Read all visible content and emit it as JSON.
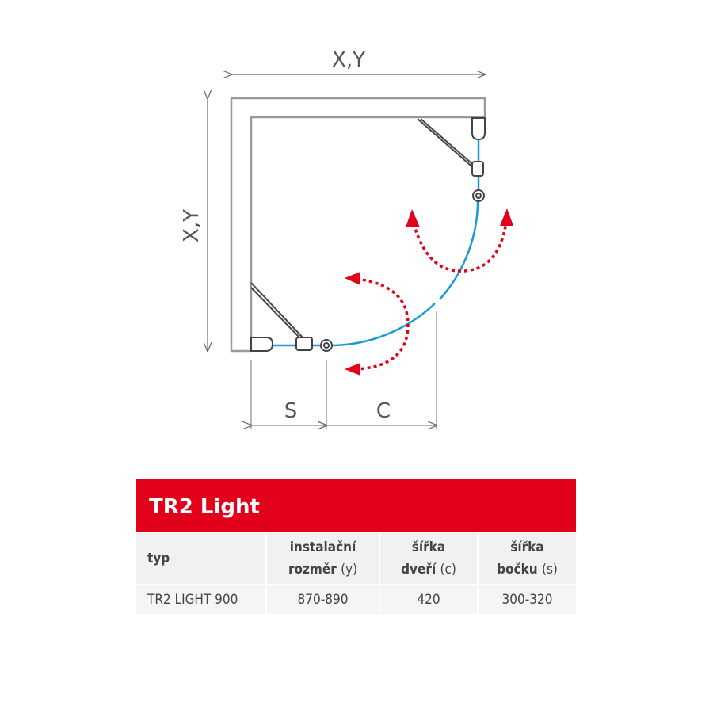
{
  "diagram": {
    "dim_top": "X,Y",
    "dim_left": "X,Y",
    "dim_s": "S",
    "dim_c": "C",
    "colors": {
      "glass": "#1a9ad9",
      "arrow": "#e2001a",
      "wall": "#999999"
    }
  },
  "table": {
    "title": "TR2 Light",
    "headers": [
      {
        "bold": "typ",
        "rest": ""
      },
      {
        "line1": "instalační",
        "bold": "rozměr",
        "rest": "(y)"
      },
      {
        "line1": "šířka",
        "bold": "dveří",
        "rest": "(c)"
      },
      {
        "line1": "šířka",
        "bold": "bočku",
        "rest": "(s)"
      }
    ],
    "rows": [
      [
        "TR2 LIGHT 900",
        "870-890",
        "420",
        "300-320"
      ]
    ]
  }
}
